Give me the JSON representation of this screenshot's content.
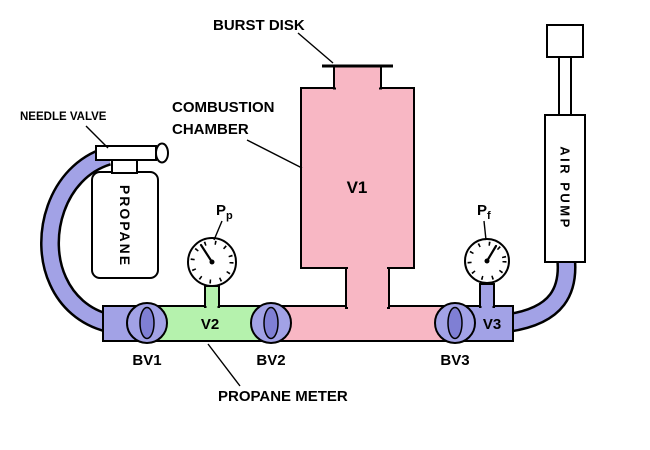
{
  "diagram": {
    "colors": {
      "chamber_pink": "#F8B7C4",
      "meter_green": "#B5F2AD",
      "pipe_lavender": "#A2A2E6",
      "valve_core_purple": "#7F7FD4",
      "outline_black": "#000000",
      "equipment_white": "#FFFFFF"
    },
    "annotations": {
      "burst_disk": "BURST DISK",
      "combustion_chamber": [
        "COMBUSTION",
        "CHAMBER"
      ],
      "needle_valve": "NEEDLE VALVE",
      "propane_meter": "PROPANE METER"
    },
    "equipment": {
      "propane_tank": "PROPANE",
      "air_pump": "AIR PUMP"
    },
    "volumes": {
      "v1": "V1",
      "v2": "V2",
      "v3": "V3"
    },
    "ball_valves": {
      "bv1": "BV1",
      "bv2": "BV2",
      "bv3": "BV3"
    },
    "gauges": {
      "pp": {
        "symbol": "P",
        "subscript": "p"
      },
      "pf": {
        "symbol": "P",
        "subscript": "f"
      }
    }
  }
}
